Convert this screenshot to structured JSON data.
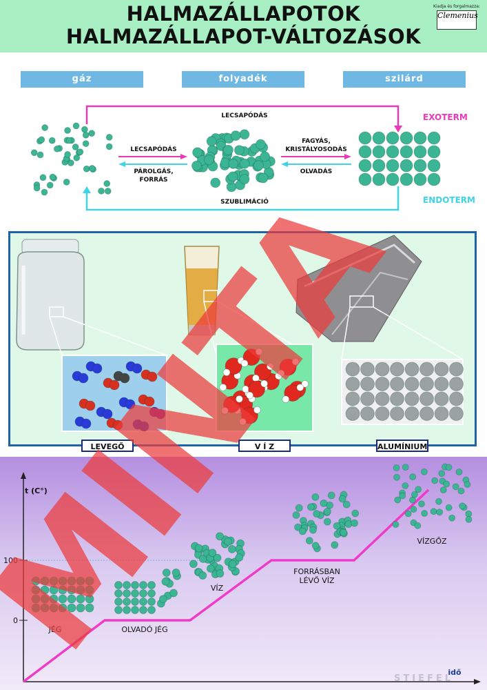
{
  "header": {
    "title_line1": "HALMAZÁLLAPOTOK",
    "title_line2": "HALMAZÁLLAPOT-VÁLTOZÁSOK",
    "publisher_label": "Kiadja és forgalmazza:",
    "publisher_logo": "Clemenius"
  },
  "phases": {
    "gas": "gáz",
    "liquid": "folyadék",
    "solid": "szilárd"
  },
  "transitions": {
    "top_arc": "LECSAPÓDÁS",
    "bottom_arc": "SZUBLIMÁCIÓ",
    "gas_to_liquid": "LECSAPÓDÁS",
    "liquid_to_gas_line1": "PÁROLGÁS,",
    "liquid_to_gas_line2": "FORRÁS",
    "liquid_to_solid_line1": "FAGYÁS,",
    "liquid_to_solid_line2": "KRISTÁLYOSODÁS",
    "solid_to_liquid": "OLVADÁS",
    "exoterm": "EXOTERM",
    "endoterm": "ENDOTERM"
  },
  "colors": {
    "exoterm": "#e83ab8",
    "endoterm": "#3fd3e8",
    "particle": "#3cb595",
    "heating_line": "#ee3cc8"
  },
  "examples": {
    "air": "LEVEGŐ",
    "water": "V Í Z",
    "aluminium": "ALUMÍNIUM"
  },
  "graph": {
    "y_axis_label": "t (C°)",
    "x_axis_label": "idő",
    "tick_0": "0",
    "tick_100": "100",
    "stage_ice": "JÉG",
    "stage_melting_line1": "OLVADÓ JÉG",
    "stage_water": "VÍZ",
    "stage_boiling_line1": "FORRÁSBAN",
    "stage_boiling_line2": "LÉVŐ VÍZ",
    "stage_steam": "VÍZGŐZ"
  },
  "watermark": "MINTA",
  "footer_mark": "STIEFEL"
}
